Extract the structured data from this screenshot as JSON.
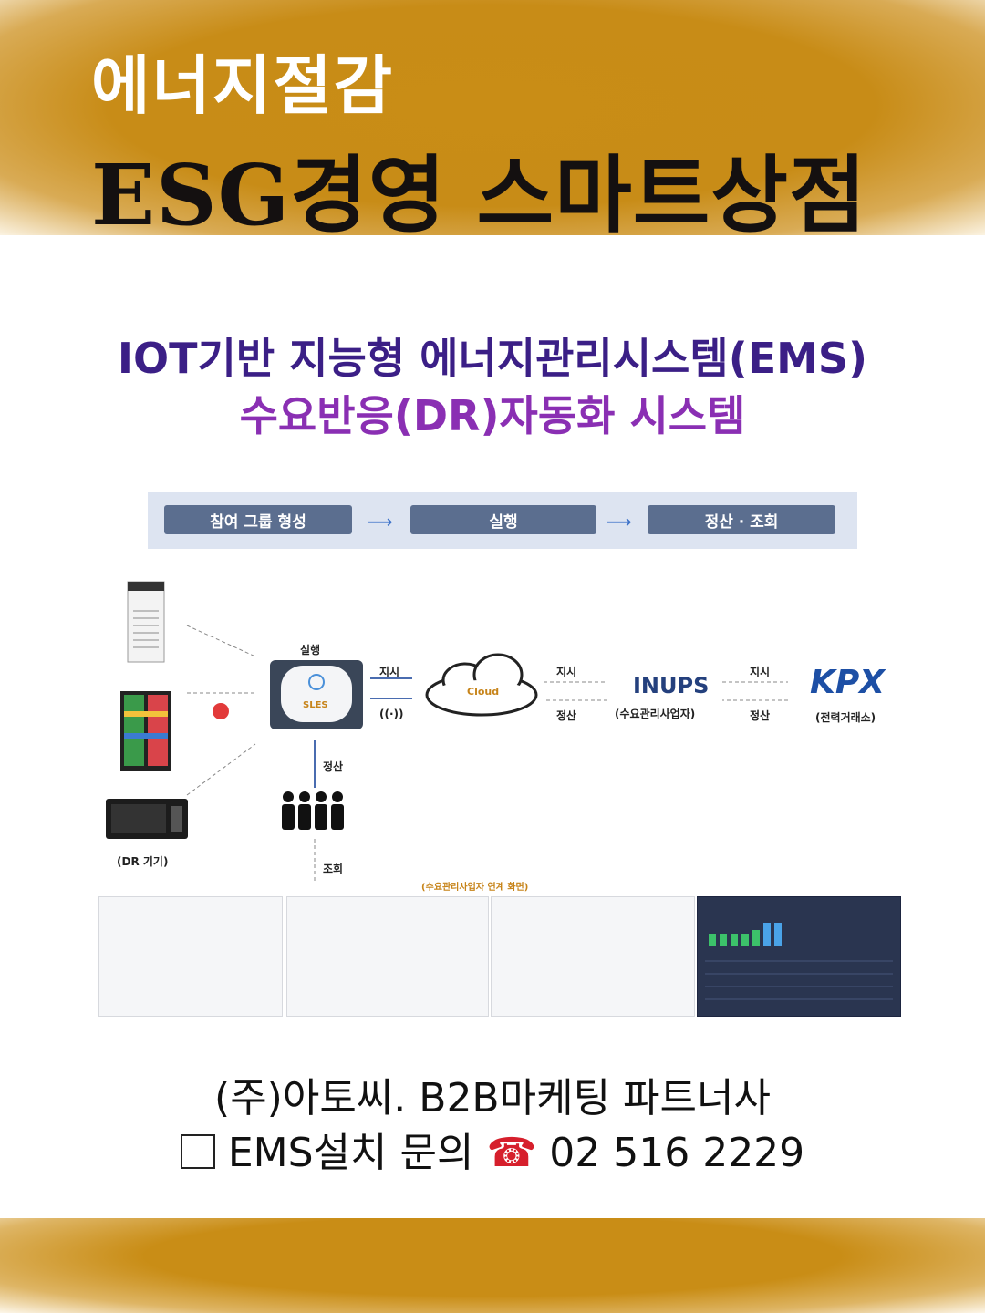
{
  "banner": {
    "line1": "에너지절감",
    "line2": "ESG경영 스마트상점"
  },
  "subtitle": {
    "line1": "IOT기반 지능형 에너지관리시스템(EMS)",
    "line2": "수요반응(DR)자동화 시스템"
  },
  "process_steps": [
    "참여 그룹 형성",
    "실행",
    "정산 · 조회"
  ],
  "diagram": {
    "exec_label": "실행",
    "device_name": "SLES",
    "cloud_label": "Cloud",
    "command": "지시",
    "settle": "정산",
    "settle_down": "정산",
    "inquiry": "조회",
    "dr_devices": "(DR 기기)",
    "inups_name": "INUPS",
    "inups_caption": "(수요관리사업자)",
    "kpx_name": "KPX",
    "kpx_caption": "(전력거래소)",
    "screens_caption": "(수요관리사업자 연계 화면)"
  },
  "footer": {
    "line1": "(주)아토씨.  B2B마케팅 파트너사",
    "inquiry": "EMS설치 문의",
    "phone_icon": "☎",
    "phone": "02 516 2229"
  },
  "colors": {
    "banner": "#c98d16",
    "title_purple": "#3b1f86",
    "subtitle_violet": "#8a2fb3",
    "phone_red": "#d61f2c"
  }
}
